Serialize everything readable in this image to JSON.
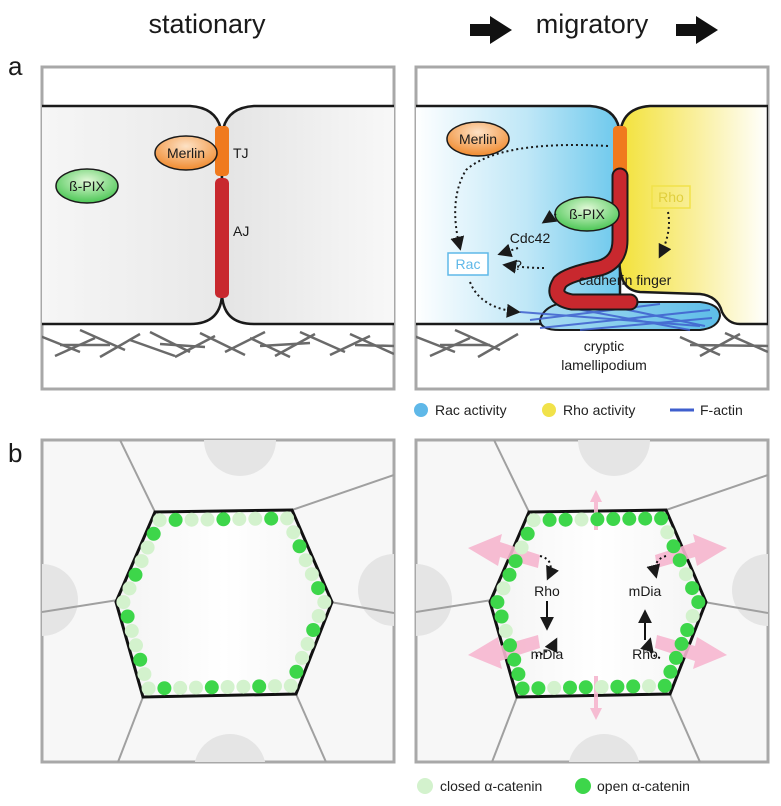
{
  "headers": {
    "stationary": "stationary",
    "migratory": "migratory"
  },
  "panels": {
    "a": "a",
    "b": "b"
  },
  "labels": {
    "merlin": "Merlin",
    "bpix": "ß-PIX",
    "tj": "TJ",
    "aj": "AJ",
    "cdc42": "Cdc42",
    "rac": "Rac",
    "rho": "Rho",
    "question": "?",
    "cadherin_finger": "cadherin finger",
    "cryptic_1": "cryptic",
    "cryptic_2": "lamellipodium",
    "b_rho": "Rho",
    "b_mdia": "mDia"
  },
  "legend_a": [
    {
      "label": "Rac activity",
      "color": "#5fb8e8",
      "kind": "dot"
    },
    {
      "label": "Rho activity",
      "color": "#f1e24a",
      "kind": "dot"
    },
    {
      "label": "F-actin",
      "color": "#3f5fce",
      "kind": "line"
    }
  ],
  "legend_b": [
    {
      "label": "closed α-catenin",
      "color": "#d3f2cd",
      "kind": "dot"
    },
    {
      "label": "open α-catenin",
      "color": "#3dd64a",
      "kind": "dot"
    }
  ],
  "colors": {
    "frame": "#a8a8a8",
    "merlin": "#f08a2e",
    "bpix": "#3fc24a",
    "tj": "#f07a1e",
    "aj": "#c8282e",
    "force_arrow": "#f6b6cf"
  }
}
